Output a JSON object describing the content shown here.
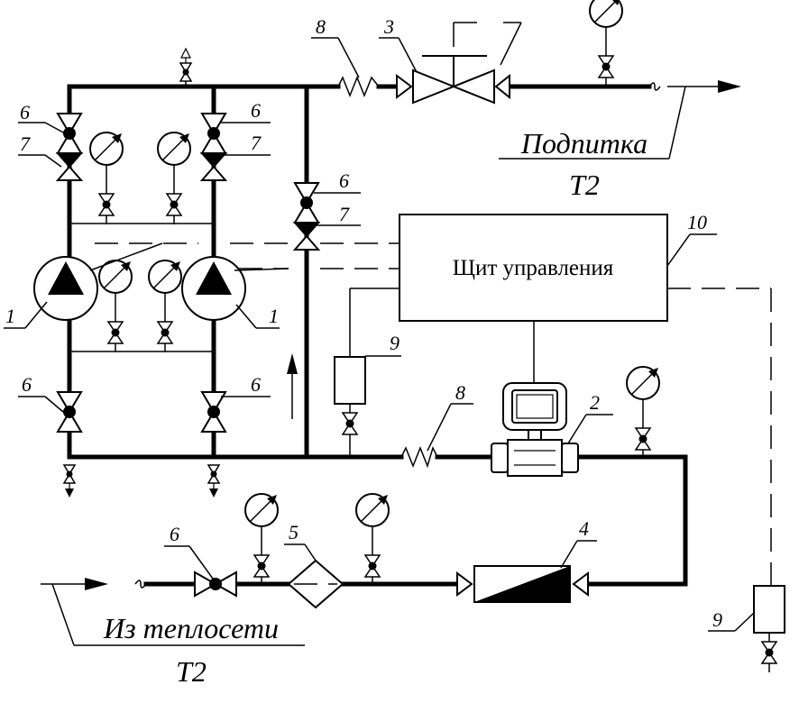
{
  "labels": {
    "podpitka": "Подпитка",
    "podpitka_t2": "Т2",
    "iz_teploseti": "Из теплосети",
    "iz_teploseti_t2": "Т2",
    "control_panel": "Щит управления"
  },
  "numbers": {
    "pump_left": "1",
    "pump_right": "1",
    "meter": "2",
    "control_valve": "3",
    "check_valve": "4",
    "filter": "5",
    "valve_tl": "6",
    "valve_tr": "6",
    "valve_mid": "6",
    "valve_bl": "6",
    "valve_br": "6",
    "valve_inlet": "6",
    "check_tl": "7",
    "check_tr": "7",
    "check_mid": "7",
    "comp_top": "8",
    "comp_bottom": "8",
    "sensor_left": "9",
    "sensor_right": "9",
    "panel_ref": "10"
  }
}
